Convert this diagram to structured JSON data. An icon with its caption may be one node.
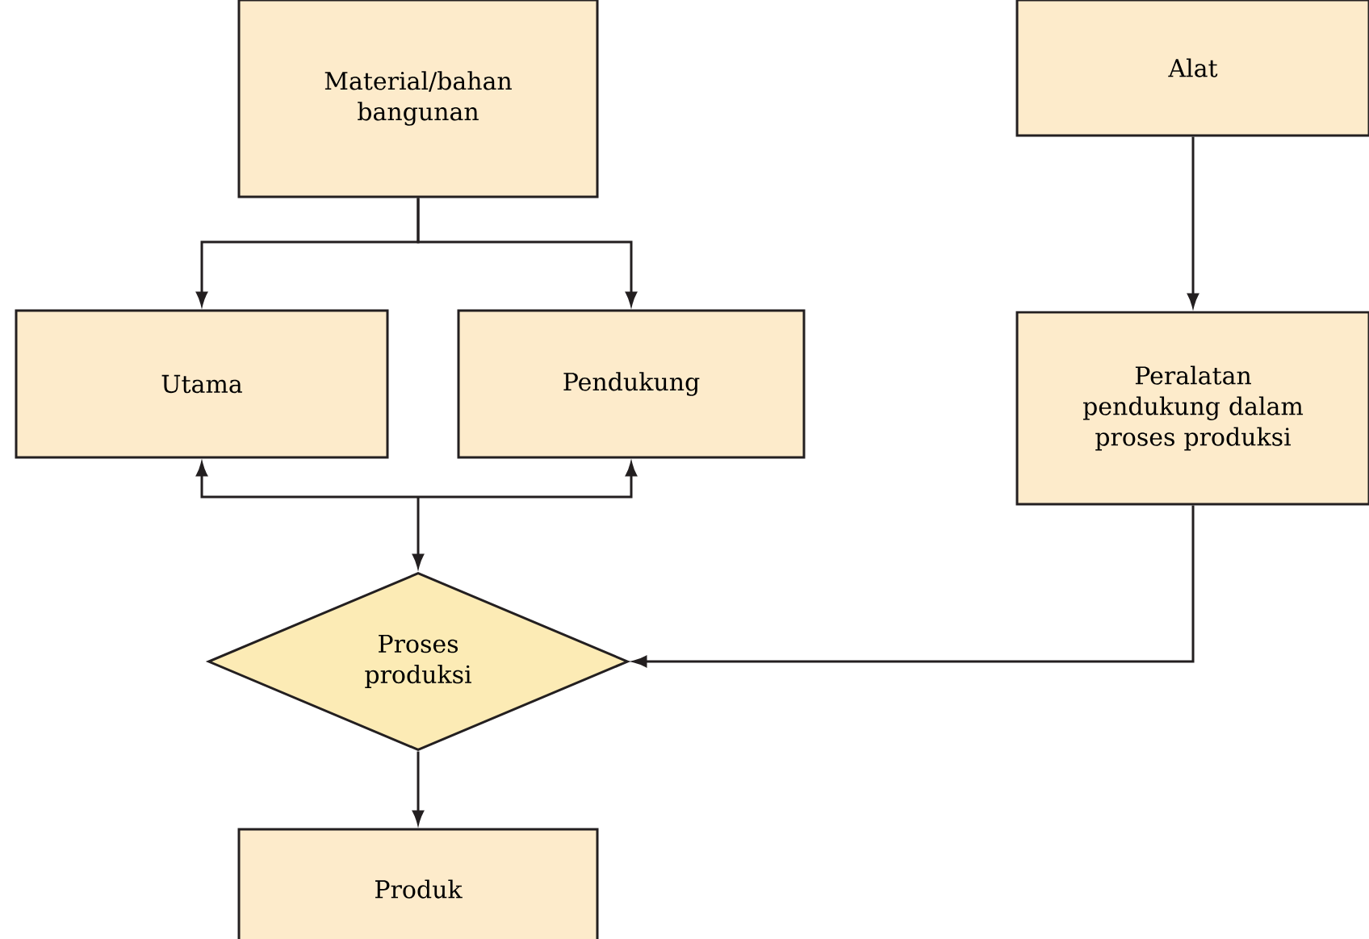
{
  "diagram": {
    "nodes": [
      {
        "text": [
          "Material/bahan bangunan"
        ]
      },
      {
        "text": [
          "Alat"
        ]
      },
      {
        "text": [
          "Utama"
        ]
      },
      {
        "text": [
          "Pendukung"
        ]
      },
      {
        "text": [
          "Peralatan pendukung dalam proses produksi"
        ]
      },
      {
        "text": [
          "Proses produksi"
        ]
      },
      {
        "text": [
          "Produk"
        ]
      }
    ],
    "edges": [
      {
        "from": 0,
        "to": 2,
        "arrow": "to"
      },
      {
        "from": 0,
        "to": 3,
        "arrow": "to"
      },
      {
        "from": 1,
        "to": 4,
        "arrow": "to"
      },
      {
        "from": 2,
        "to": 5,
        "arrow": "both"
      },
      {
        "from": 3,
        "to": 5,
        "arrow": "both"
      },
      {
        "from": 4,
        "to": 5,
        "arrow": "to"
      },
      {
        "from": 5,
        "to": 6,
        "arrow": "to"
      }
    ]
  }
}
